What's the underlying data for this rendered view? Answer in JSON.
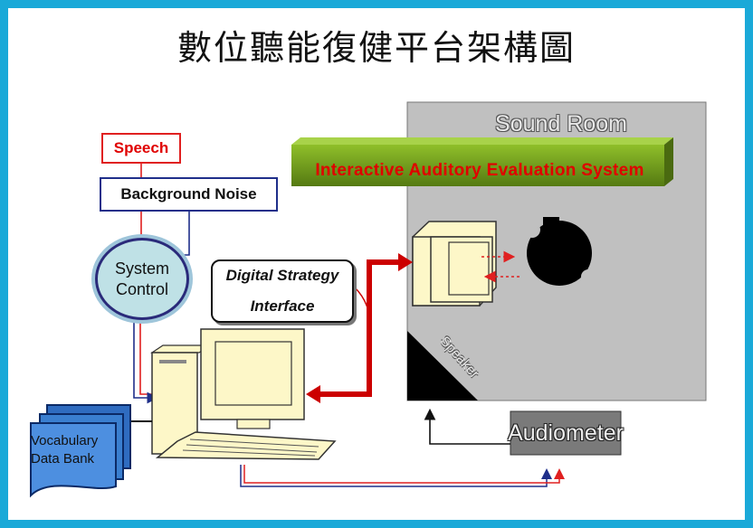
{
  "title": "數位聽能復健平台架構圖",
  "labels": {
    "speech": "Speech",
    "background_noise": "Background Noise",
    "system_control_line1": "System",
    "system_control_line2": "Control",
    "digital_strategy_line1": "Digital Strategy",
    "digital_strategy_line2": "Interface",
    "sound_room": "Sound Room",
    "evaluation_system": "Interactive Auditory Evaluation System",
    "speaker": "Speaker",
    "audiometer": "Audiometer",
    "vocabulary_line1": "Vocabulary",
    "vocabulary_line2": "Data Bank"
  },
  "colors": {
    "frame": "#1aa9d8",
    "speech_line": "#e02020",
    "noise_line": "#1f2f8a",
    "red_arrow": "#cc0000",
    "green_bar": "#6e9a1c",
    "sound_room_bg": "#c0c0c0",
    "computer": "#fdf7c8",
    "vocabulary": "#3a7fd0"
  }
}
